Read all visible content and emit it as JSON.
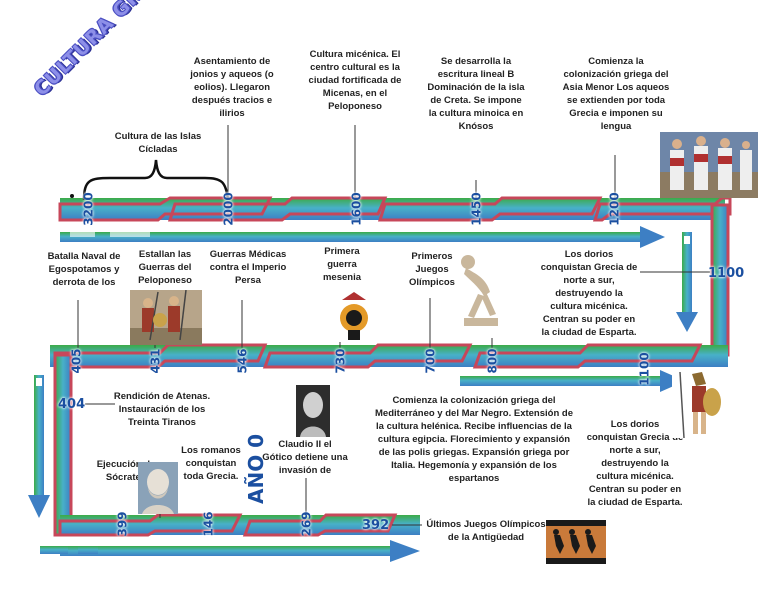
{
  "title": "CULTURA GRIEGA",
  "colors": {
    "band_green": "#3cab47",
    "band_blue": "#3d7fc4",
    "band_teal": "#48b0c8",
    "frame_red": "#c7475a",
    "title_purple": "#8d8fe8",
    "year_blue": "#1b4fa0"
  },
  "years": {
    "y3200": "3200",
    "y2000": "2000",
    "y1600": "1600",
    "y1450": "1450",
    "y1200": "1200",
    "y1100_right": "1100",
    "y1100_mid": "1100",
    "y405": "405",
    "y431": "431",
    "y546": "546",
    "y730": "730",
    "y700": "700",
    "y800": "800",
    "y404": "404",
    "y399": "399",
    "y146": "146",
    "y269": "269",
    "y392": "392",
    "anyo0": "AÑO 0"
  },
  "events": {
    "ciclades": "Cultura de las Islas Cícladas",
    "jonios": "Asentamiento de jonios y aqueos (o eolios). Llegaron después tracios e ilirios",
    "micenica": "Cultura micénica. El centro cultural es la ciudad fortificada de Micenas, en el Peloponeso",
    "lineal_b": "Se desarrolla la escritura lineal B Dominación de la isla de Creta. Se impone la cultura minoica en Knósos",
    "asia_menor": "Comienza la colonización griega del Asia Menor Los aqueos se extienden por toda Grecia e imponen su lengua",
    "egospotamos": "Batalla Naval de Egospotamos y derrota de los",
    "peloponeso": "Estallan las Guerras del Peloponeso",
    "medicas": "Guerras Médicas contra el Imperio Persa",
    "mesenia": "Primera guerra mesenia",
    "olimpicos": "Primeros Juegos Olímpicos",
    "dorios_1": "Los dorios conquistan Grecia de norte a sur, destruyendo la cultura micénica. Centran su poder en la ciudad de Esparta.",
    "atenas": "Rendición de Atenas. Instauración de los Treinta Tiranos",
    "mediterraneo": "Comienza la colonización griega del Mediterráneo y del Mar Negro. Extensión de la cultura helénica. Recibe influencias de la cultura egipcia. Florecimiento y expansión de las polis griegas. Expansión griega por Italia. Hegemonía y expansión de los espartanos",
    "dorios_2": "Los dorios conquistan Grecia de norte a sur, destruyendo la cultura micénica. Centran su poder en la ciudad de Esparta.",
    "socrates": "Ejecución de Sócrates",
    "romanos": "Los romanos conquistan toda Grecia.",
    "claudio": "Claudio II el Gótico detiene una invasión de",
    "ultimos": "Últimos Juegos Olímpicos de la Antigüedad"
  }
}
